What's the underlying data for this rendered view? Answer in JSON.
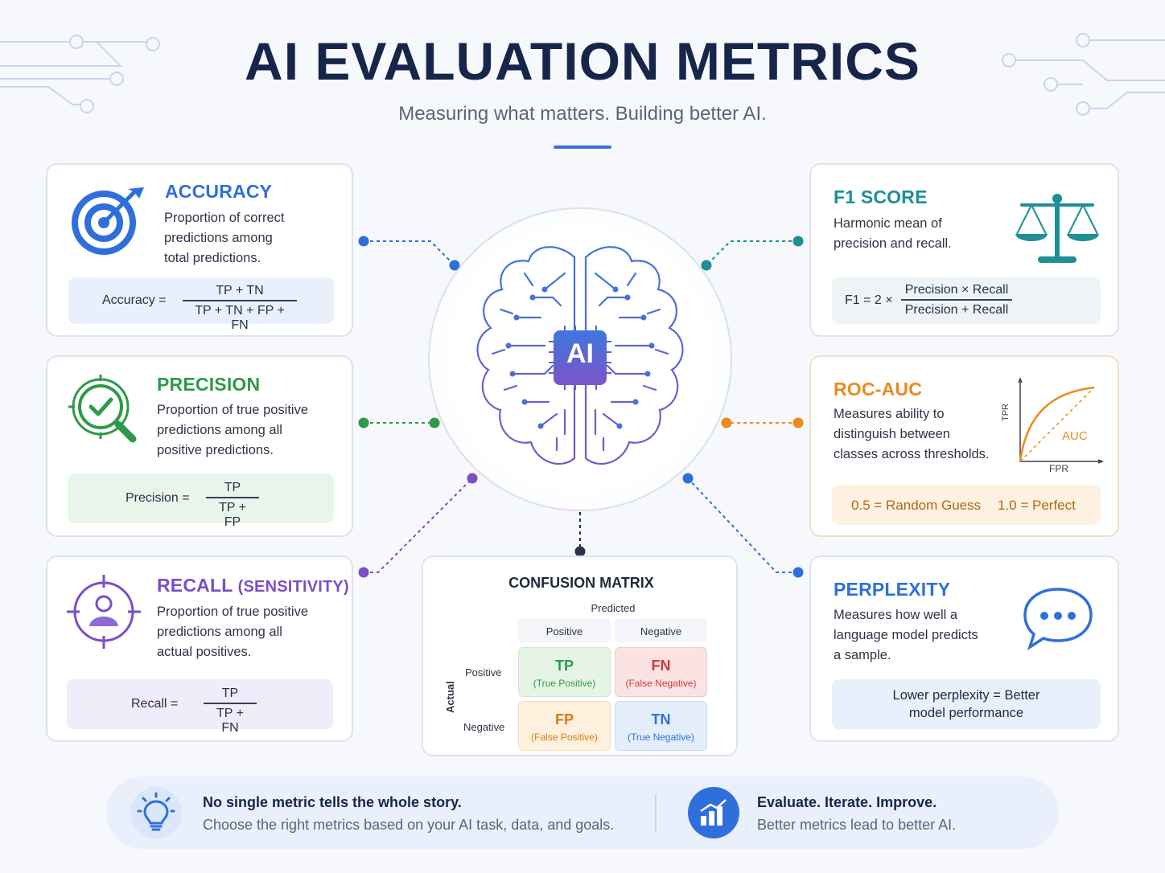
{
  "header": {
    "title": "AI EVALUATION METRICS",
    "subtitle": "Measuring what matters. Building better AI."
  },
  "center": {
    "chip_label": "AI"
  },
  "accuracy": {
    "title": "ACCURACY",
    "description": [
      "Proportion of correct",
      "predictions among",
      "total predictions."
    ],
    "formula_label": "Accuracy =",
    "numerator": "TP + TN",
    "denominator": "TP + TN + FP + FN"
  },
  "precision": {
    "title": "PRECISION",
    "description": [
      "Proportion of true positive",
      "predictions among all",
      "positive predictions."
    ],
    "formula_label": "Precision =",
    "numerator": "TP",
    "denominator": "TP + FP"
  },
  "recall": {
    "title": "RECALL",
    "title_suffix": "(SENSITIVITY)",
    "description": [
      "Proportion of true positive",
      "predictions among all",
      "actual positives."
    ],
    "formula_label": "Recall =",
    "numerator": "TP",
    "denominator": "TP + FN"
  },
  "f1": {
    "title": "F1 SCORE",
    "description": [
      "Harmonic mean of",
      "precision and recall."
    ],
    "formula_label": "F1 = 2 ×",
    "numerator": "Precision × Recall",
    "denominator": "Precision + Recall"
  },
  "rocauc": {
    "title": "ROC-AUC",
    "description": [
      "Measures ability to",
      "distinguish between",
      "classes across thresholds."
    ],
    "chart_y_label": "TPR",
    "chart_x_label": "FPR",
    "chart_area_label": "AUC",
    "note_random": "0.5 = Random Guess",
    "note_perfect": "1.0 = Perfect"
  },
  "perplexity": {
    "title": "PERPLEXITY",
    "description": [
      "Measures how well a",
      "language model predicts",
      "a sample."
    ],
    "note_line1": "Lower perplexity = Better",
    "note_line2": "model performance"
  },
  "confusion_matrix": {
    "title": "CONFUSION MATRIX",
    "predicted_label": "Predicted",
    "actual_label": "Actual",
    "col_positive": "Positive",
    "col_negative": "Negative",
    "row_positive": "Positive",
    "row_negative": "Negative",
    "tp": {
      "abbr": "TP",
      "full": "(True Positive)"
    },
    "fn": {
      "abbr": "FN",
      "full": "(False Negative)"
    },
    "fp": {
      "abbr": "FP",
      "full": "(False Positive)"
    },
    "tn": {
      "abbr": "TN",
      "full": "(True Negative)"
    }
  },
  "footer": {
    "left_heading": "No single metric tells the whole story.",
    "left_text": "Choose the right metrics based on your AI task, data, and goals.",
    "right_heading": "Evaluate. Iterate. Improve.",
    "right_text": "Better metrics lead to better AI."
  },
  "colors": {
    "accuracy": "#2f6fdc",
    "precision": "#2e9a48",
    "recall": "#7a4fc4",
    "f1": "#1d8f95",
    "rocauc": "#ea8a1f",
    "perplexity": "#2f6fdc",
    "navy": "#16264a"
  },
  "icons": {
    "accuracy": "target-icon",
    "precision": "magnifier-check-icon",
    "recall": "user-target-icon",
    "f1": "balance-scale-icon",
    "perplexity": "speech-bubble-icon",
    "footer_left": "lightbulb-icon",
    "footer_right": "bar-chart-icon"
  }
}
